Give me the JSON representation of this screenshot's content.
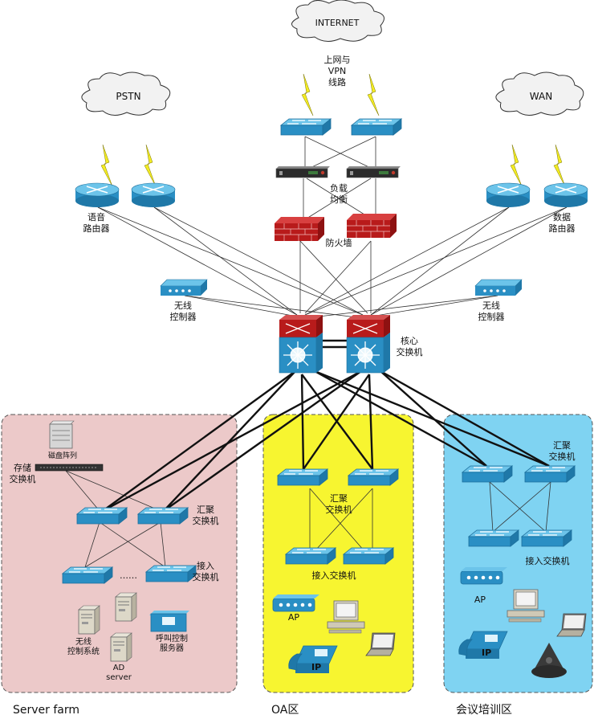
{
  "clouds": {
    "internet": "INTERNET",
    "pstn": "PSTN",
    "wan": "WAN"
  },
  "labels": {
    "uplink_line1": "上网与",
    "uplink_line2": "VPN",
    "uplink_line3": "线路",
    "load_balance_line1": "负载",
    "load_balance_line2": "均衡",
    "firewall": "防火墙",
    "voice_router_line1": "语音",
    "voice_router_line2": "路由器",
    "data_router_line1": "数据",
    "data_router_line2": "路由器",
    "wireless_ctrl_line1": "无线",
    "wireless_ctrl_line2": "控制器",
    "core_switch_line1": "核心",
    "core_switch_line2": "交换机",
    "disk_array": "磁盘阵列",
    "storage_switch_line1": "存储",
    "storage_switch_line2": "交换机",
    "agg_switch_line1": "汇聚",
    "agg_switch_line2": "交换机",
    "access_switch_line1": "接入",
    "access_switch_line2": "交换机",
    "access_switch": "接入交换机",
    "ellipsis": "……",
    "wireless_ctrl_system_line1": "无线",
    "wireless_ctrl_system_line2": "控制系统",
    "ad_server_line1": "AD",
    "ad_server_line2": "server",
    "call_server_line1": "呼叫控制",
    "call_server_line2": "服务器",
    "ap": "AP",
    "ip": "IP"
  },
  "zones": {
    "server_farm": "Server farm",
    "oa": "OA区",
    "meeting": "会议培训区"
  },
  "colors": {
    "device_blue": "#2a8fc4",
    "device_top": "#6cc4ea",
    "firewall_red": "#b81b1b",
    "server_zone": "#ecc9c9",
    "oa_zone": "#f7f530",
    "meeting_zone": "#7fd3f2",
    "lightning": "#f3ec24"
  }
}
